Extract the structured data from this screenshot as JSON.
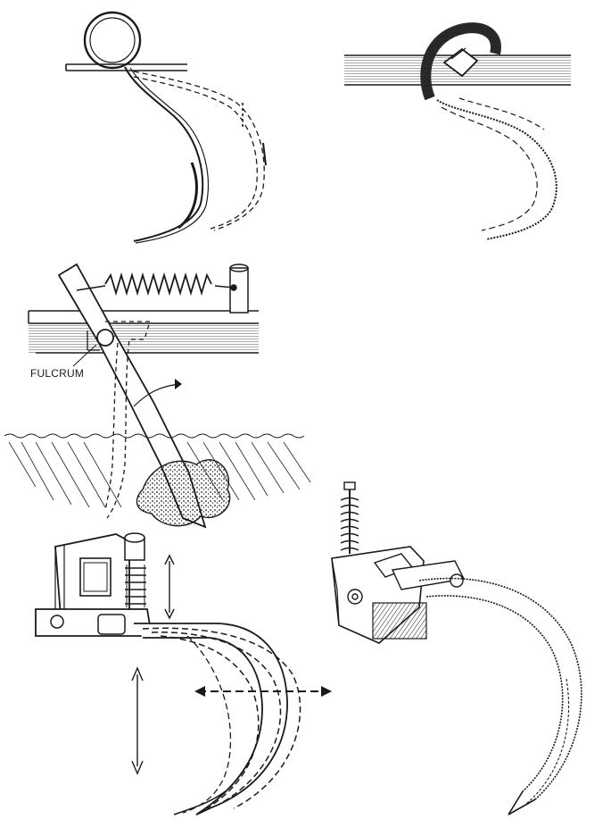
{
  "labels": {
    "fulcrum": "FULCRUM"
  },
  "colors": {
    "ink": "#1a1a1a",
    "background": "#ffffff"
  },
  "figures": [
    "spring-tooth-coil-shank",
    "clamped-spring-shank",
    "lever-fulcrum-shank",
    "vibrating-shank-with-spring",
    "spring-cushioned-shank"
  ]
}
